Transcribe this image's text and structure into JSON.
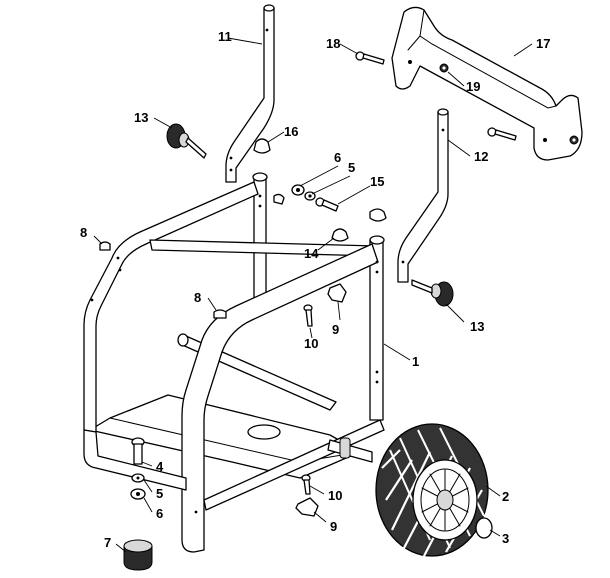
{
  "callouts": [
    {
      "id": "c1",
      "label": "1"
    },
    {
      "id": "c2",
      "label": "2"
    },
    {
      "id": "c3",
      "label": "3"
    },
    {
      "id": "c4",
      "label": "4"
    },
    {
      "id": "c5a",
      "label": "5"
    },
    {
      "id": "c5b",
      "label": "5"
    },
    {
      "id": "c6a",
      "label": "6"
    },
    {
      "id": "c6b",
      "label": "6"
    },
    {
      "id": "c7",
      "label": "7"
    },
    {
      "id": "c8a",
      "label": "8"
    },
    {
      "id": "c8b",
      "label": "8"
    },
    {
      "id": "c9a",
      "label": "9"
    },
    {
      "id": "c9b",
      "label": "9"
    },
    {
      "id": "c10a",
      "label": "10"
    },
    {
      "id": "c10b",
      "label": "10"
    },
    {
      "id": "c11",
      "label": "11"
    },
    {
      "id": "c12",
      "label": "12"
    },
    {
      "id": "c13a",
      "label": "13"
    },
    {
      "id": "c13b",
      "label": "13"
    },
    {
      "id": "c14",
      "label": "14"
    },
    {
      "id": "c15",
      "label": "15"
    },
    {
      "id": "c16",
      "label": "16"
    },
    {
      "id": "c17",
      "label": "17"
    },
    {
      "id": "c18",
      "label": "18"
    },
    {
      "id": "c19",
      "label": "19"
    }
  ]
}
